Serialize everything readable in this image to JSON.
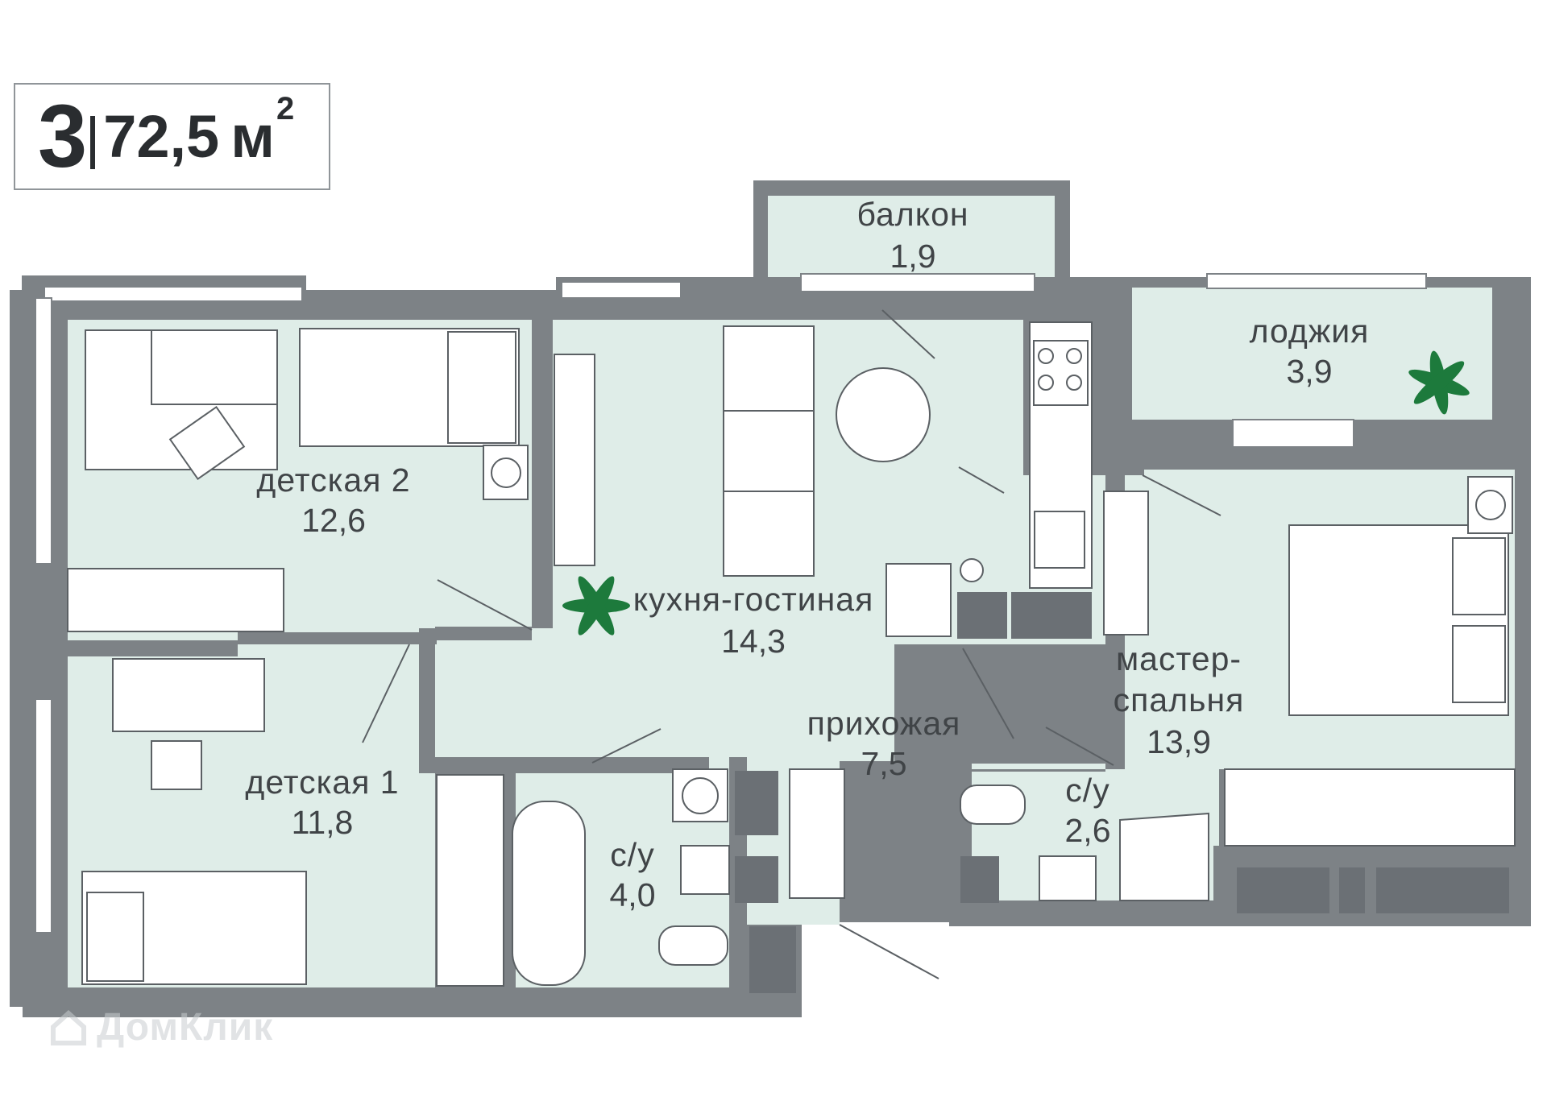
{
  "summary": {
    "rooms": "3",
    "area": "72,5",
    "unit": "м",
    "unit_power": "2"
  },
  "rooms": {
    "balcony": {
      "name": "балкон",
      "area": "1,9"
    },
    "loggia": {
      "name": "лоджия",
      "area": "3,9"
    },
    "kids2": {
      "name": "детская 2",
      "area": "12,6"
    },
    "kitchen": {
      "name": "кухня-гостиная",
      "area": "14,3"
    },
    "master": {
      "name_line1": "мастер-",
      "name_line2": "спальня",
      "area": "13,9"
    },
    "hall": {
      "name": "прихожая",
      "area": "7,5"
    },
    "kids1": {
      "name": "детская 1",
      "area": "11,8"
    },
    "bath1": {
      "name": "с/у",
      "area": "4,0"
    },
    "bath2": {
      "name": "с/у",
      "area": "2,6"
    }
  },
  "watermark": {
    "text": "ДомКлик"
  },
  "colors": {
    "floor": "#dfede8",
    "wall": "#7d8286",
    "furniture_line": "#5b6064",
    "dark_block": "#6b7075",
    "plant": "#1d7a3c",
    "bathroom_tile_grid": "#bfd3cd"
  }
}
